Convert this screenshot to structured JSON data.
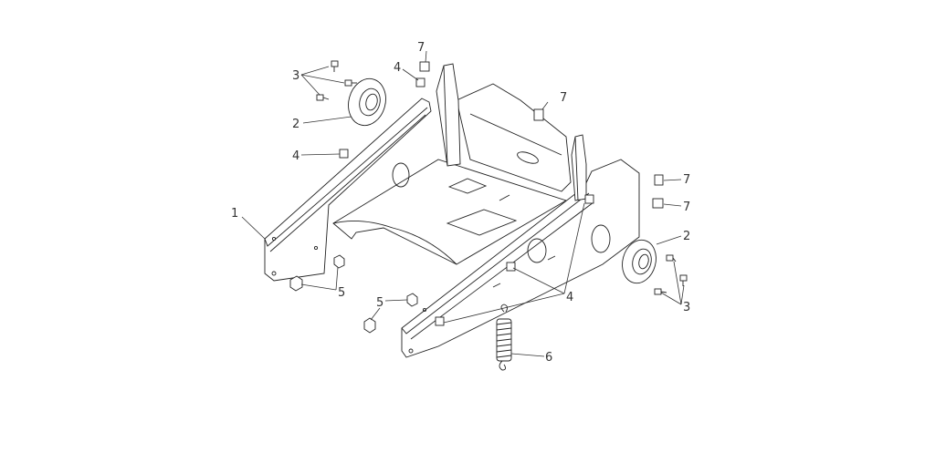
{
  "callouts": [
    {
      "id": "c-1a",
      "text": "1"
    },
    {
      "id": "c-2a",
      "text": "2"
    },
    {
      "id": "c-2b",
      "text": "2"
    },
    {
      "id": "c-3a",
      "text": "3"
    },
    {
      "id": "c-3b",
      "text": "3"
    },
    {
      "id": "c-4a",
      "text": "4"
    },
    {
      "id": "c-4b",
      "text": "4"
    },
    {
      "id": "c-4c",
      "text": "4"
    },
    {
      "id": "c-5a",
      "text": "5"
    },
    {
      "id": "c-5b",
      "text": "5"
    },
    {
      "id": "c-6a",
      "text": "6"
    },
    {
      "id": "c-7a",
      "text": "7"
    },
    {
      "id": "c-7b",
      "text": "7"
    },
    {
      "id": "c-7c",
      "text": "7"
    },
    {
      "id": "c-7d",
      "text": "7"
    }
  ]
}
